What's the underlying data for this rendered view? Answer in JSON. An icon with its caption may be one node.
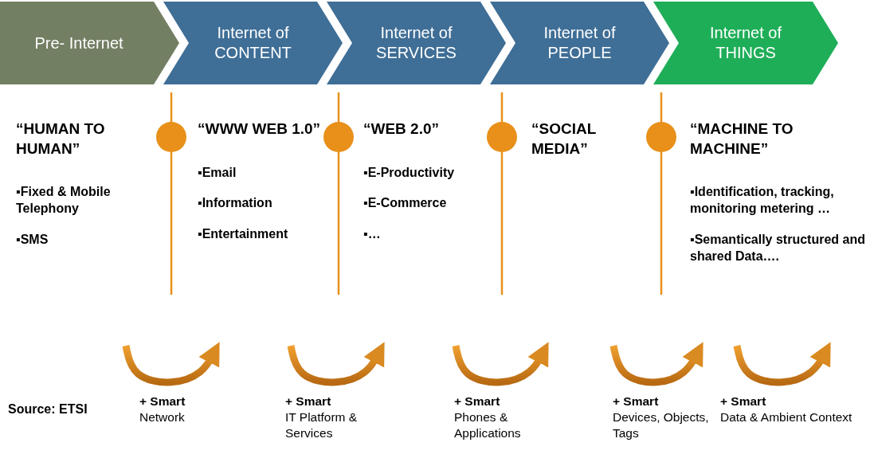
{
  "diagram": {
    "nodes": [
      {
        "text": [
          "Pre- Internet"
        ]
      },
      {
        "text": [
          "Internet of CONTENT"
        ]
      },
      {
        "text": [
          "Internet of SERVICES"
        ]
      },
      {
        "text": [
          "Internet of PEOPLE"
        ]
      },
      {
        "text": [
          "Internet of THINGS"
        ]
      },
      {
        "text": [
          "“HUMAN TO HUMAN”",
          "▪Fixed & Mobile Telephony",
          "▪SMS"
        ]
      },
      {
        "text": [
          "“WWW WEB 1.0”",
          "▪Email",
          "▪Information",
          "▪Entertainment"
        ]
      },
      {
        "text": [
          "“WEB 2.0”",
          "▪E-Productivity",
          "▪E-Commerce",
          "▪…"
        ]
      },
      {
        "text": [
          "“SOCIAL MEDIA”"
        ]
      },
      {
        "text": [
          "“MACHINE TO MACHINE”",
          "▪Identification, tracking, monitoring metering …",
          "▪Semantically structured and shared Data…."
        ]
      }
    ],
    "labels": [
      "Source: ETSI",
      "**+ Smart** Network",
      "**+ Smart** IT Platform & Services",
      "**+ Smart** Phones & Applications",
      "**+ Smart** Devices, Objects, Tags",
      "**+ Smart** Data & Ambient Context"
    ]
  }
}
